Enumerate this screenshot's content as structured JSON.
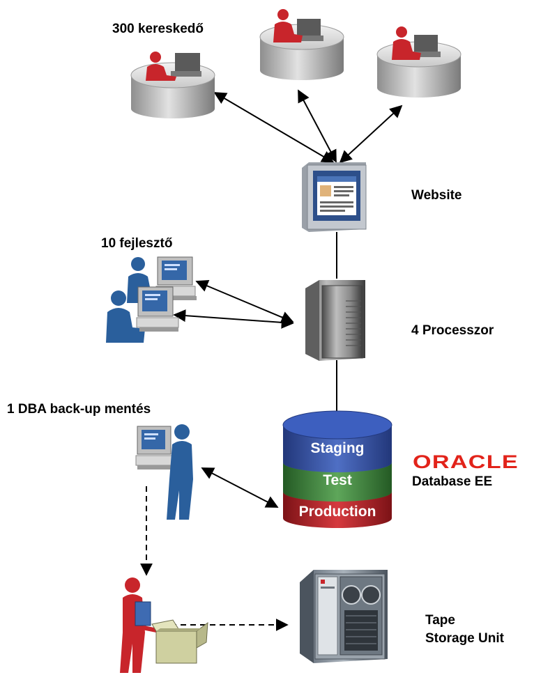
{
  "labels": {
    "traders": "300 kereskedő",
    "developers": "10 fejlesztő",
    "dba": "1 DBA back-up mentés",
    "website": "Website",
    "processor": "4 Processzor",
    "oracle_logo": "ORACLE",
    "database_ee": "Database EE",
    "tape_line1": "Tape",
    "tape_line2": "Storage Unit"
  },
  "database_layers": {
    "staging": "Staging",
    "test": "Test",
    "production": "Production"
  },
  "colors": {
    "user_red": "#c8252b",
    "user_blue": "#2a5f9c",
    "staging": "#3a56a8",
    "test": "#3f8a3d",
    "production": "#b52126",
    "oracle_red": "#e2231a"
  }
}
